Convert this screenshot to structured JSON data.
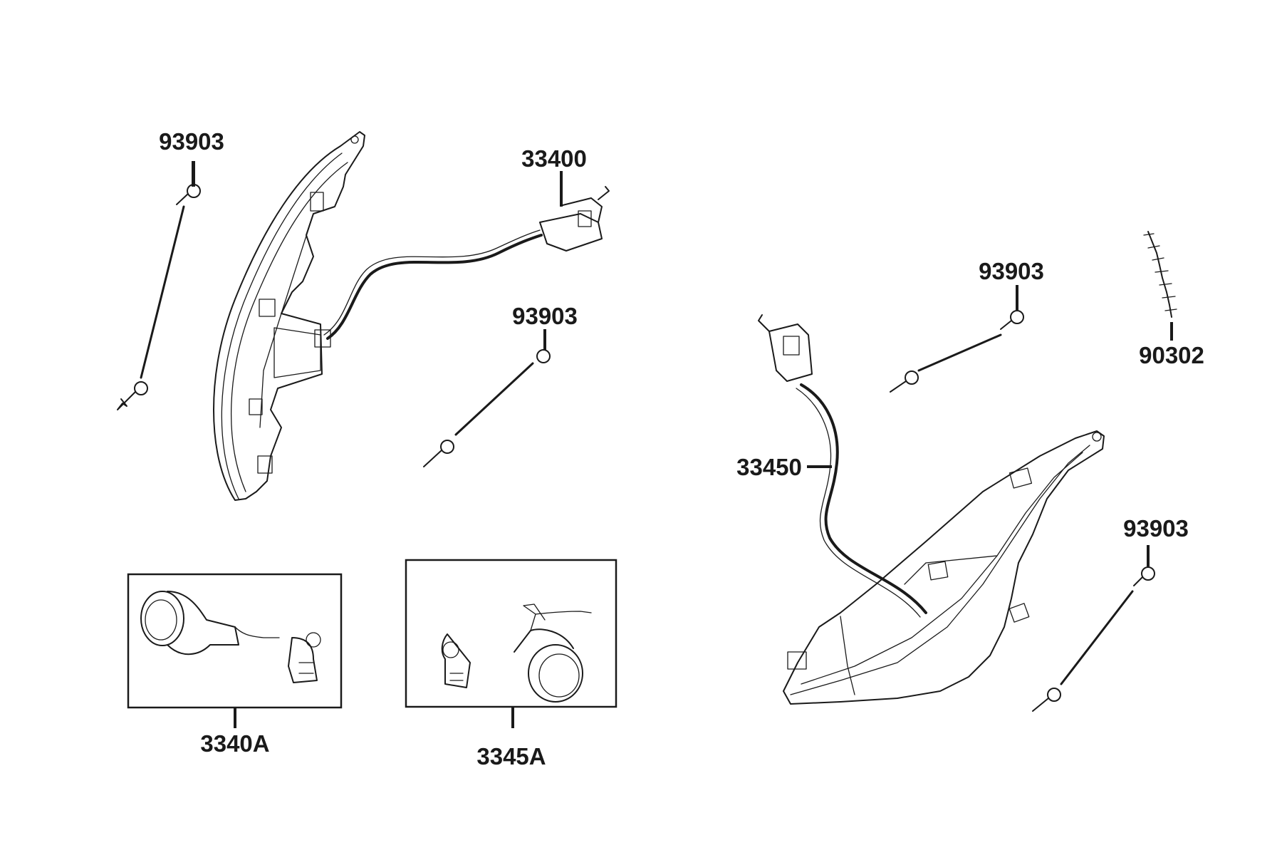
{
  "callouts": {
    "screw_a": "93903",
    "harness_left": "33400",
    "screw_b": "93903",
    "screw_c": "93903",
    "clip_strip": "90302",
    "harness_right": "33450",
    "screw_d": "93903",
    "kit_left": "3340A",
    "kit_right": "3345A"
  },
  "colors": {
    "ink": "#1a1a1a",
    "paper": "#ffffff"
  }
}
